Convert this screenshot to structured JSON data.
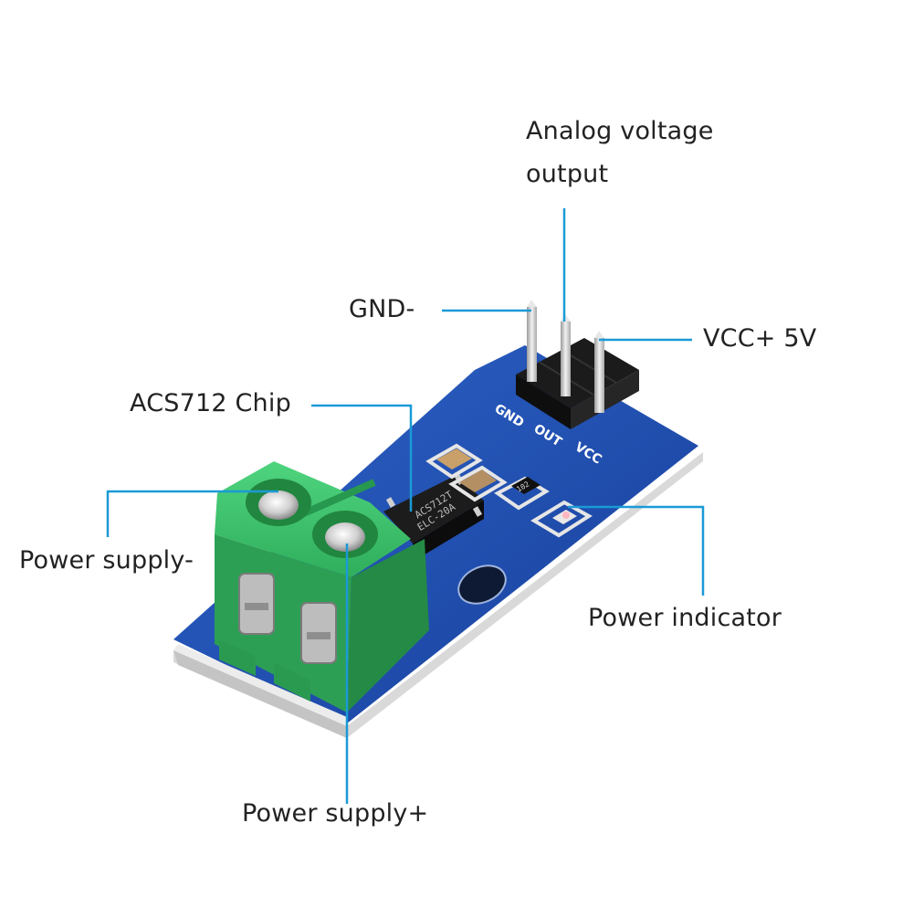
{
  "labels": {
    "analog_line1": "Analog voltage",
    "analog_line2": "output",
    "gnd": "GND-",
    "vcc": "VCC+ 5V",
    "chip": "ACS712 Chip",
    "power_minus": "Power supply-",
    "power_indicator": "Power indicator",
    "power_plus": "Power supply+"
  },
  "silkscreen": {
    "gnd": "GND",
    "out": "OUT",
    "vcc": "VCC",
    "chip_line1": "ACS712T",
    "chip_line2": "ELC-20A",
    "resistor": "102"
  },
  "colors": {
    "callout": "#1a9ad6",
    "pcb": "#1f4fb3",
    "terminal": "#3cc26a"
  }
}
